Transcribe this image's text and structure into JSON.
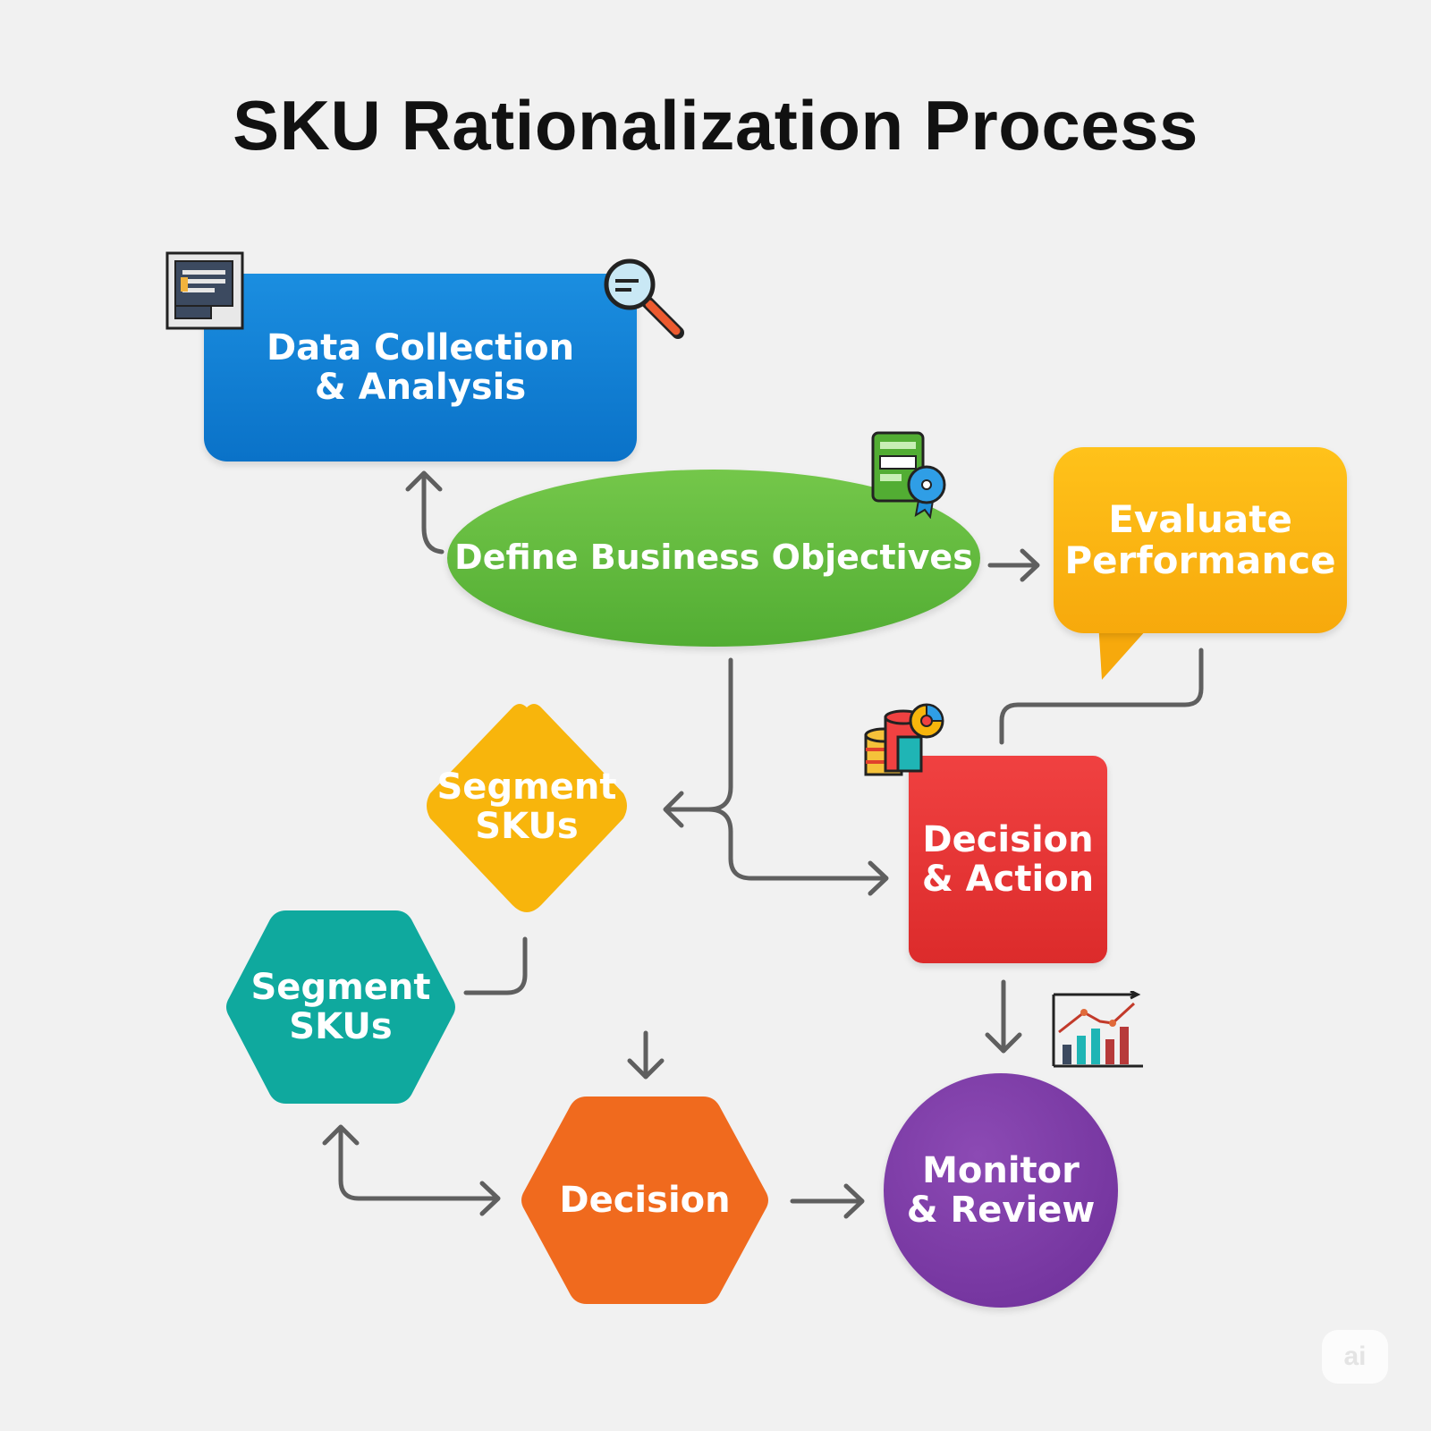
{
  "title": "SKU Rationalization Process",
  "nodes": {
    "data_collection": {
      "line1": "Data Collection",
      "line2": "& Analysis",
      "color": "#0a72c8"
    },
    "define_objectives": {
      "line1": "Define Business Objectives",
      "color": "#52ad33"
    },
    "evaluate_performance": {
      "line1": "Evaluate",
      "line2": "Performance",
      "color": "#f7a90c"
    },
    "segment_diamond": {
      "line1": "Segment",
      "line2": "SKUs",
      "color": "#f8b50c"
    },
    "segment_hexagon": {
      "line1": "Segment",
      "line2": "SKUs",
      "color": "#0fa99e"
    },
    "decision_action": {
      "line1": "Decision",
      "line2": "& Action",
      "color": "#dc2b2b"
    },
    "decision": {
      "line1": "Decision",
      "color": "#f06a1e"
    },
    "monitor_review": {
      "line1": "Monitor",
      "line2": "& Review",
      "color": "#6d2e98"
    }
  },
  "icons": [
    "document-icon",
    "magnifier-icon",
    "checklist-badge-icon",
    "database-pie-icon",
    "bar-line-chart-icon"
  ],
  "watermark": "ai"
}
